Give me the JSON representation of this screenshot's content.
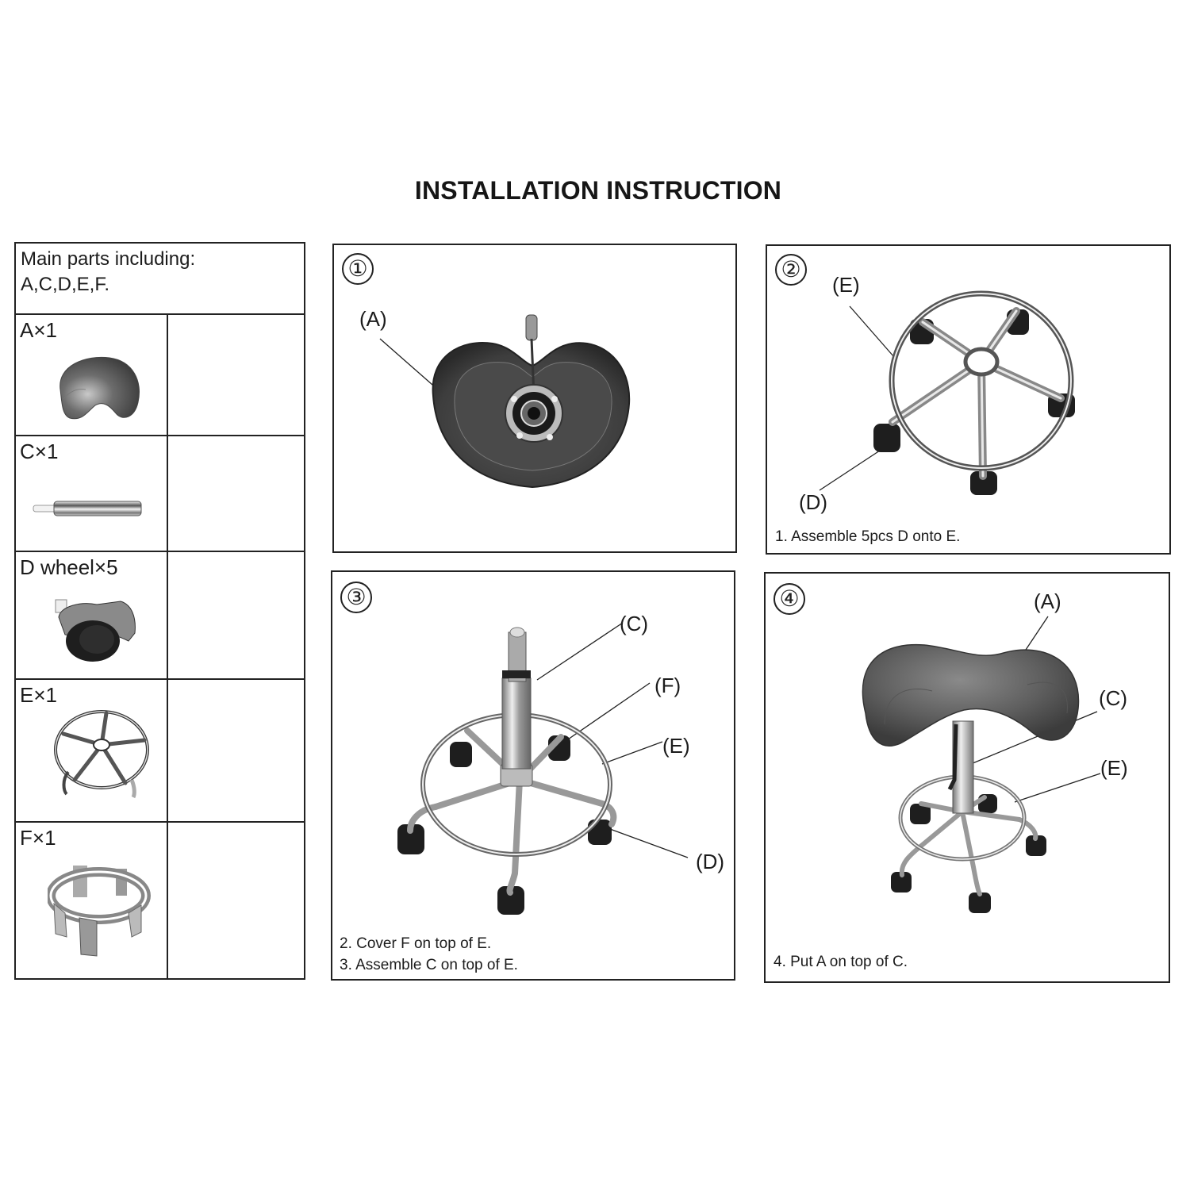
{
  "document": {
    "title": "INSTALLATION INSTRUCTION"
  },
  "parts_list": {
    "header_line1": "Main parts including:",
    "header_line2": "A,C,D,E,F.",
    "items": [
      {
        "label": "A×1",
        "part": "seat",
        "icon": "saddle-seat-icon"
      },
      {
        "label": "C×1",
        "part": "gas lift cylinder",
        "icon": "gas-cylinder-icon"
      },
      {
        "label": "D wheel×5",
        "part": "caster wheel",
        "icon": "caster-wheel-icon"
      },
      {
        "label": "E×1",
        "part": "base with foot ring",
        "icon": "base-ring-icon"
      },
      {
        "label": "F×1",
        "part": "cover cap",
        "icon": "cover-cap-icon"
      }
    ]
  },
  "steps": [
    {
      "number": "①",
      "callouts": [
        "(A)"
      ],
      "instructions": []
    },
    {
      "number": "②",
      "callouts": [
        "(E)",
        "(D)"
      ],
      "instructions": [
        "1. Assemble 5pcs D onto E."
      ]
    },
    {
      "number": "③",
      "callouts": [
        "(C)",
        "(F)",
        "(E)",
        "(D)"
      ],
      "instructions": [
        "2. Cover F on top of E.",
        "3. Assemble C on top of E."
      ]
    },
    {
      "number": "④",
      "callouts": [
        "(A)",
        "(C)",
        "(E)"
      ],
      "instructions": [
        "4. Put A on top of C."
      ]
    }
  ]
}
